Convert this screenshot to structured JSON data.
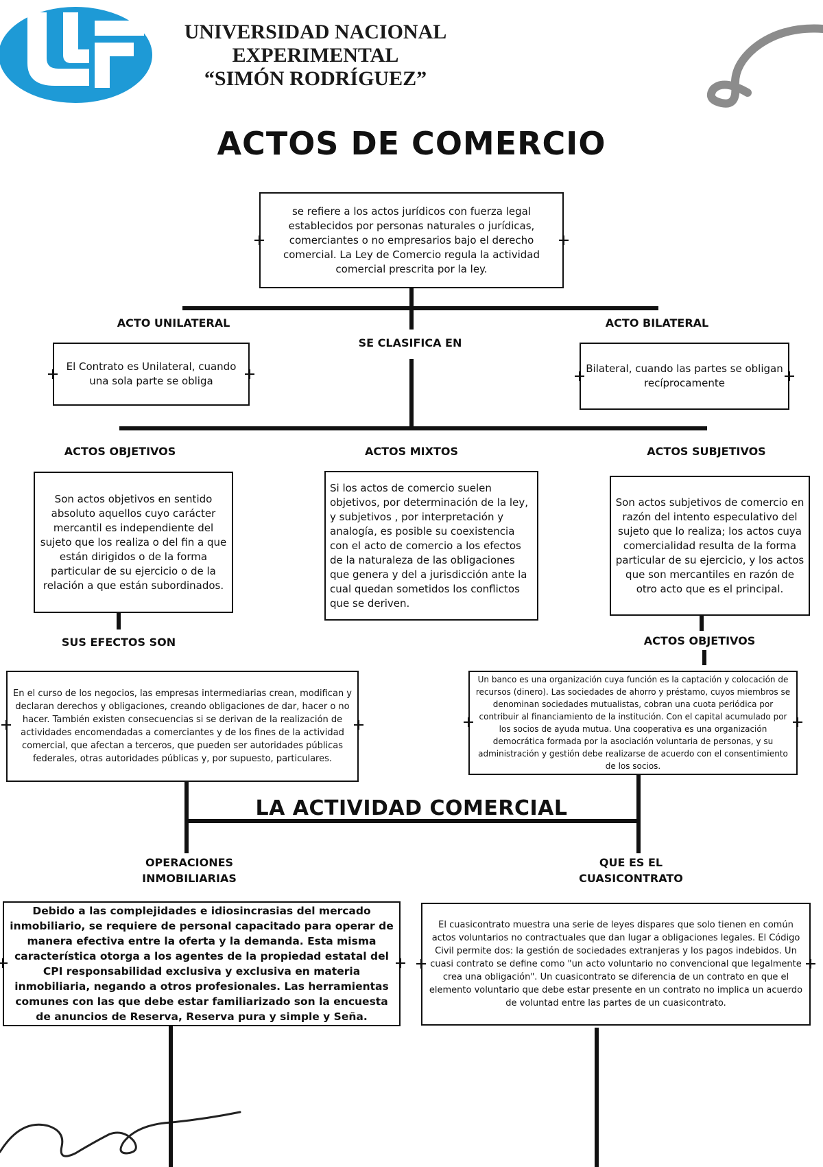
{
  "header": {
    "university_lines": [
      "UNIVERSIDAD NACIONAL",
      "EXPERIMENTAL",
      "“SIMÓN RODRÍGUEZ”"
    ]
  },
  "title": "ACTOS DE COMERCIO",
  "definition": "se refiere a los actos jurídicos con fuerza legal establecidos por personas naturales o jurídicas, comerciantes o no empresarios bajo el derecho comercial. La Ley de Comercio regula la actividad comercial prescrita por la ley.",
  "classification": {
    "left_label": "ACTO UNILATERAL",
    "center_label": "SE CLASIFICA EN",
    "right_label": "ACTO BILATERAL",
    "left_text": "El Contrato es Unilateral, cuando una sola parte se obliga",
    "right_text": "Bilateral, cuando las partes se obligan recíprocamente"
  },
  "types": {
    "objective_label": "ACTOS OBJETIVOS",
    "mixed_label": "ACTOS MIXTOS",
    "subjective_label": "ACTOS SUBJETIVOS",
    "objective_text": "Son actos objetivos en sentido absoluto aquellos cuyo carácter mercantil es independiente del sujeto que los realiza o del fin a que están dirigidos o de la forma particular de su ejercicio o de la relación a que están subordinados.",
    "mixed_text": "Si los actos de comercio suelen objetivos, por determinación de la ley,  y subjetivos , por interpretación y analogía, es posible su coexistencia con el acto de comercio a los efectos de la naturaleza de las obligaciones que genera y del a jurisdicción ante la cual quedan sometidos los conflictos que se deriven.",
    "subjective_text": "Son actos subjetivos de comercio en razón del intento especulativo del sujeto que lo realiza; los actos cuya comercialidad resulta de la forma particular de su ejercicio, y los actos que son mercantiles en razón de otro acto que es el principal."
  },
  "effects": {
    "left_label": "SUS EFECTOS SON",
    "right_label": "ACTOS OBJETIVOS",
    "left_text": "En el curso de los negocios, las empresas intermediarias crean, modifican y declaran derechos y obligaciones, creando obligaciones de dar, hacer o no hacer. También existen consecuencias si se derivan de la realización de actividades encomendadas a comerciantes y de los fines de la actividad comercial, que afectan a terceros, que pueden ser autoridades públicas federales, otras autoridades públicas y, por supuesto, particulares.",
    "right_text": "Un banco es una organización cuya función es la captación y colocación de recursos (dinero). Las sociedades de ahorro y préstamo, cuyos miembros se denominan sociedades mutualistas, cobran una cuota periódica por contribuir al financiamiento de la institución. Con el capital acumulado por los socios de ayuda mutua. Una cooperativa es una organización democrática formada por la asociación voluntaria de personas, y su administración y gestión debe realizarse de acuerdo con el consentimiento de los socios."
  },
  "commercial_activity": {
    "title": "LA ACTIVIDAD COMERCIAL",
    "left_label_lines": [
      "OPERACIONES",
      "INMOBILIARIAS"
    ],
    "right_label_lines": [
      "QUE ES EL",
      "CUASICONTRATO"
    ],
    "left_text": "Debido a las complejidades e idiosincrasias del mercado inmobiliario, se requiere de personal capacitado para operar de manera efectiva entre la oferta y la demanda. Esta misma característica otorga a los agentes de la propiedad estatal del CPI responsabilidad exclusiva y exclusiva en materia inmobiliaria, negando a otros profesionales. Las herramientas comunes con las que debe estar familiarizado son la encuesta de anuncios de Reserva, Reserva pura y simple y Seña.",
    "right_text": "El cuasicontrato muestra una serie de leyes dispares que solo tienen en común actos voluntarios no contractuales que dan lugar a obligaciones legales. El Código Civil permite dos: la gestión de sociedades extranjeras y los pagos indebidos. Un cuasi contrato se define como \"un acto voluntario no convencional que legalmente crea una obligación\". Un cuasicontrato se diferencia de un contrato en que el elemento voluntario que debe estar presente en un contrato no implica un acuerdo de voluntad entre las partes de un cuasicontrato."
  },
  "colors": {
    "logo_blue": "#1e9ad6",
    "line": "#111111",
    "swirl": "#8c8c8c"
  }
}
